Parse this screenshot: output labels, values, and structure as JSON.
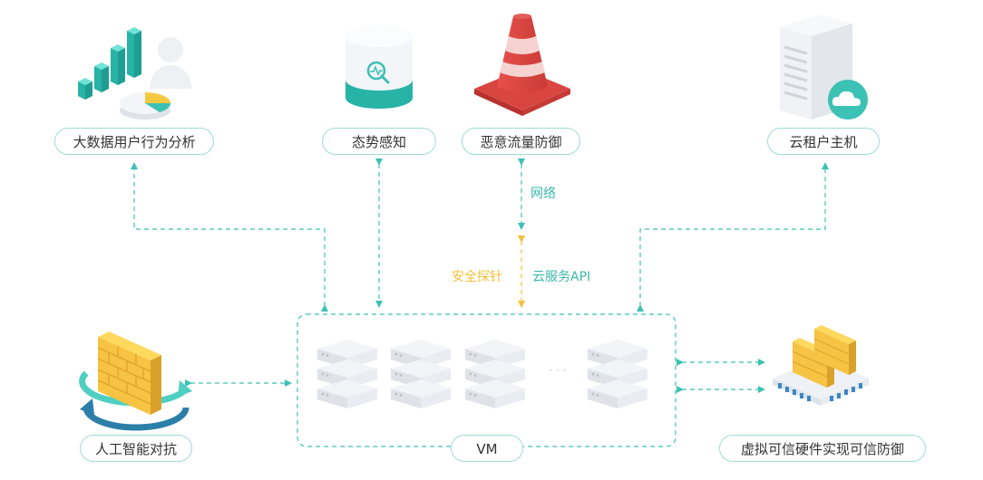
{
  "nodes": {
    "big_data": "大数据用户行为分析",
    "situation": "态势感知",
    "malicious": "恶意流量防御",
    "tenant": "云租户主机",
    "ai": "人工智能对抗",
    "vm": "VM",
    "trusted": "虚拟可信硬件实现可信防御"
  },
  "edge_labels": {
    "network": "网络",
    "probe": "安全探针",
    "cloud_api": "云服务API"
  },
  "vm_ellipsis": "· · ·",
  "colors": {
    "teal": "#3cc1b5",
    "gold": "#f4bf3a",
    "pill_border": "#9fdcd6",
    "teal_text": "#3cb8ac"
  },
  "icons": {
    "big_data": "bar-chart-pie-user-icon",
    "situation": "monitor-cylinder-icon",
    "malicious": "traffic-cone-icon",
    "tenant": "server-cloud-icon",
    "ai": "firewall-cycle-icon",
    "trusted": "firewall-chip-icon",
    "vm": "server-stack-icon"
  }
}
